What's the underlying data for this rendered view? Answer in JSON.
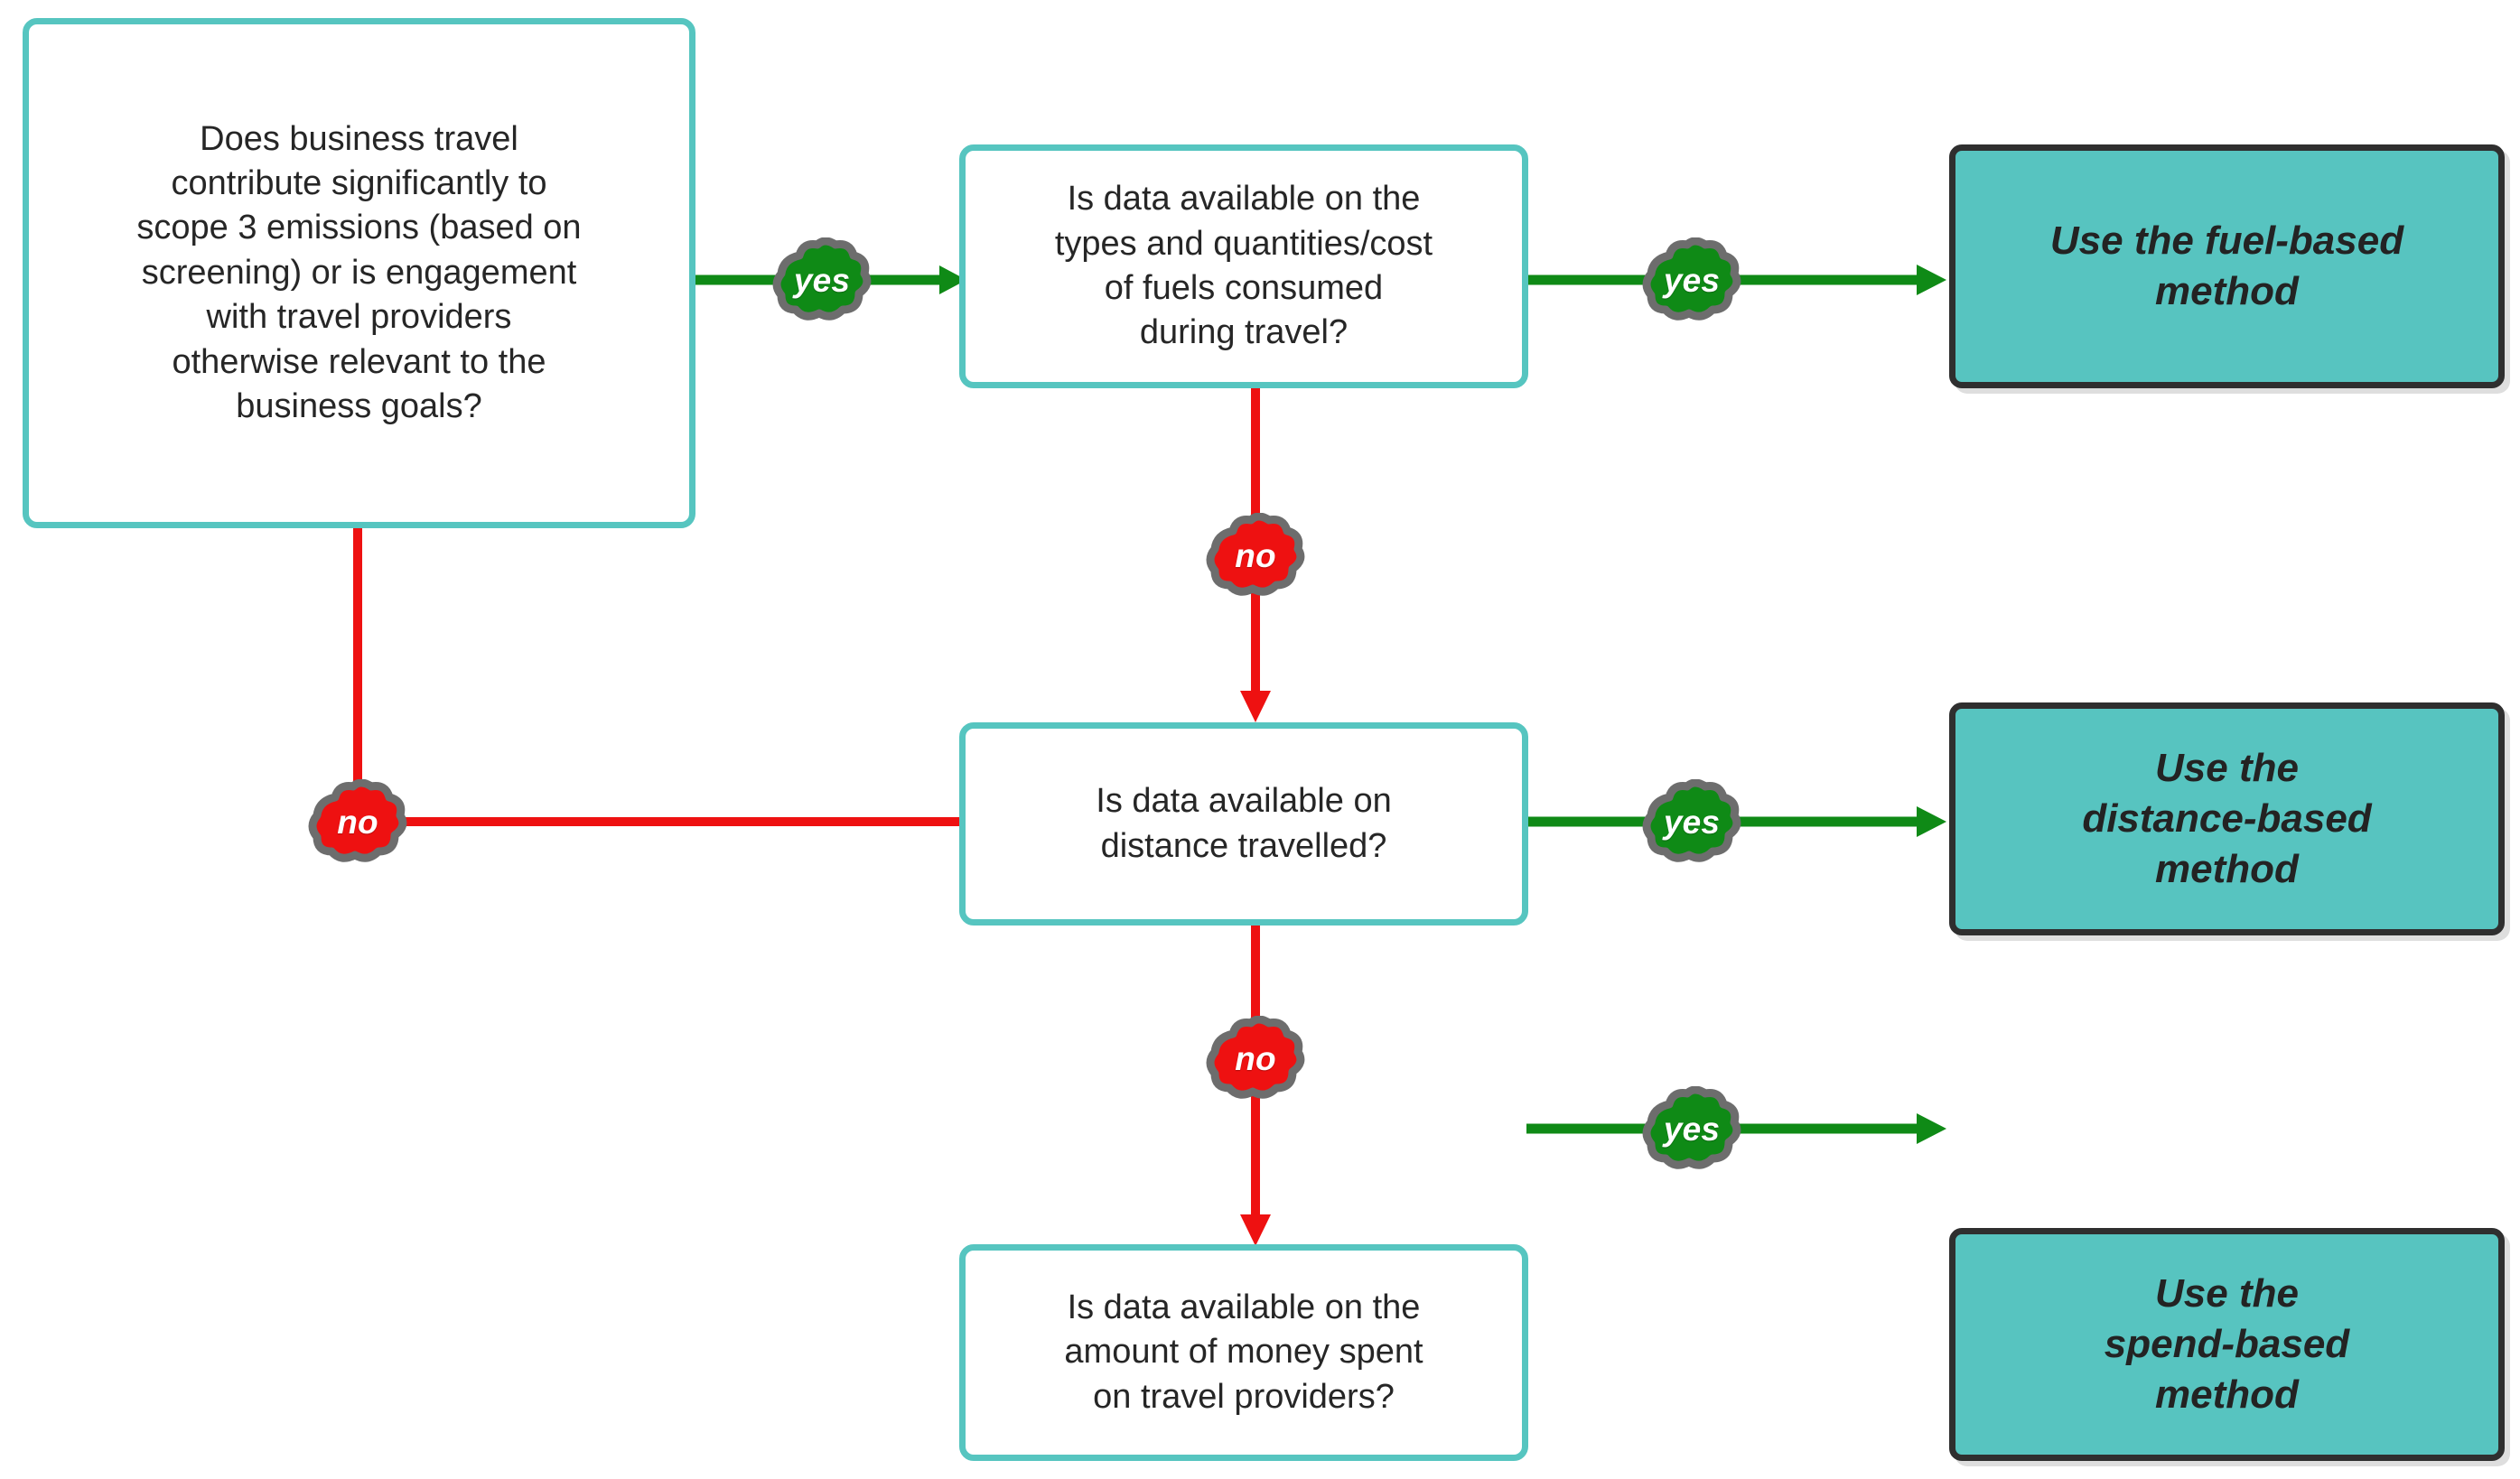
{
  "diagram": {
    "title": "Business travel calculation method decision tree",
    "colors": {
      "decision_border": "#56c5c0",
      "decision_fill": "#ffffff",
      "result_fill": "#57c4c0",
      "result_border": "#2f2f2f",
      "yes_edge": "#0f8a16",
      "no_edge": "#ee1111",
      "badge_outline": "#6d6d6d",
      "text": "#262626"
    },
    "nodes": [
      {
        "id": "q-business-travel-significant",
        "type": "decision",
        "text": "Does business travel\ncontribute significantly to\nscope 3 emissions (based on\nscreening) or is engagement\nwith travel providers\notherwise relevant to the\nbusiness goals?"
      },
      {
        "id": "q-fuel-data",
        "type": "decision",
        "text": "Is data available on the\ntypes and quantities/cost\nof fuels consumed\nduring travel?"
      },
      {
        "id": "q-distance-data",
        "type": "decision",
        "text": "Is data available on\ndistance travelled?"
      },
      {
        "id": "q-spend-data",
        "type": "decision",
        "text": "Is data available on the\namount of money spent\non travel providers?"
      },
      {
        "id": "r-fuel-based",
        "type": "result",
        "text": "Use the fuel-based\nmethod"
      },
      {
        "id": "r-distance-based",
        "type": "result",
        "text": "Use the\ndistance-based\nmethod"
      },
      {
        "id": "r-spend-based",
        "type": "result",
        "text": "Use the\nspend-based\nmethod"
      }
    ],
    "edges": [
      {
        "id": "e-significant-yes",
        "label": "yes",
        "kind": "yes",
        "from": "q-business-travel-significant",
        "to": "q-fuel-data"
      },
      {
        "id": "e-significant-no",
        "label": "no",
        "kind": "no",
        "from": "q-business-travel-significant",
        "to": "q-distance-data"
      },
      {
        "id": "e-fuel-yes",
        "label": "yes",
        "kind": "yes",
        "from": "q-fuel-data",
        "to": "r-fuel-based"
      },
      {
        "id": "e-fuel-no",
        "label": "no",
        "kind": "no",
        "from": "q-fuel-data",
        "to": "q-distance-data"
      },
      {
        "id": "e-distance-yes",
        "label": "yes",
        "kind": "yes",
        "from": "q-distance-data",
        "to": "r-distance-based"
      },
      {
        "id": "e-distance-no",
        "label": "no",
        "kind": "no",
        "from": "q-distance-data",
        "to": "q-spend-data"
      },
      {
        "id": "e-spend-yes",
        "label": "yes",
        "kind": "yes",
        "from": "q-spend-data",
        "to": "r-spend-based"
      }
    ]
  }
}
